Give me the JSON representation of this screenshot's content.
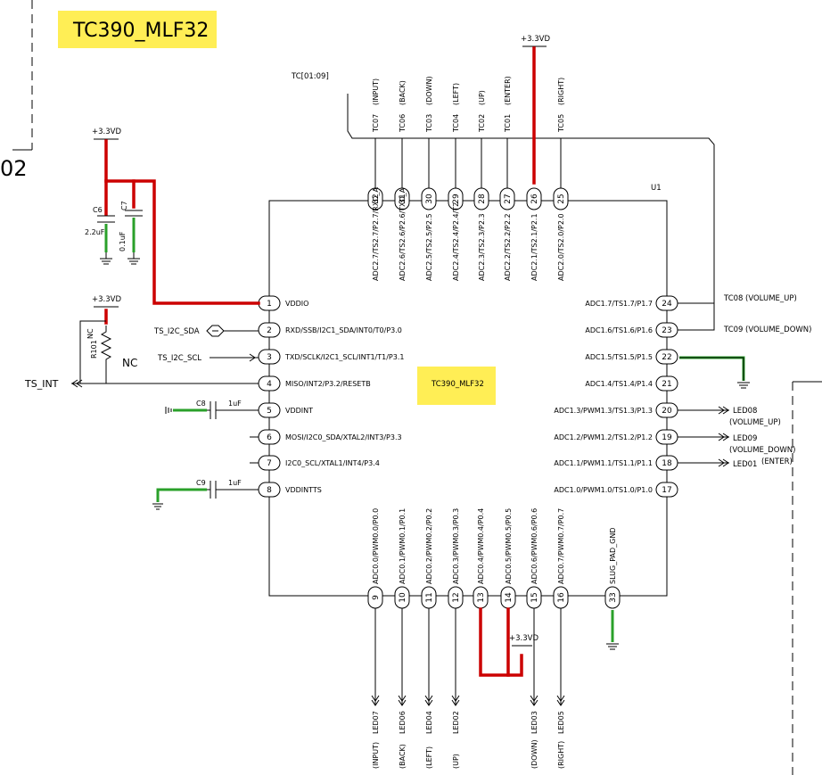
{
  "title": "TC390_MLF32",
  "sheet_marker": "02",
  "chip_label": "TC390_MLF32",
  "ref": "U1",
  "bus_label": "TC[01:09]",
  "vdd": "+3.3VD",
  "left_pins": [
    {
      "num": "1",
      "name": "VDDIO"
    },
    {
      "num": "2",
      "name": "RXD/SSB/I2C1_SDA/INT0/T0/P3.0"
    },
    {
      "num": "3",
      "name": "TXD/SCLK/I2C1_SCL/INT1/T1/P3.1"
    },
    {
      "num": "4",
      "name": "MISO/INT2/P3.2/RESETB"
    },
    {
      "num": "5",
      "name": "VDDINT"
    },
    {
      "num": "6",
      "name": "MOSI/I2C0_SDA/XTAL2/INT3/P3.3"
    },
    {
      "num": "7",
      "name": "I2C0_SCL/XTAL1/INT4/P3.4"
    },
    {
      "num": "8",
      "name": "VDDINTTS"
    }
  ],
  "right_pins": [
    {
      "num": "24",
      "name": "ADC1.7/TS1.7/P1.7"
    },
    {
      "num": "23",
      "name": "ADC1.6/TS1.6/P1.6"
    },
    {
      "num": "22",
      "name": "ADC1.5/TS1.5/P1.5"
    },
    {
      "num": "21",
      "name": "ADC1.4/TS1.4/P1.4"
    },
    {
      "num": "20",
      "name": "ADC1.3/PWM1.3/TS1.3/P1.3"
    },
    {
      "num": "19",
      "name": "ADC1.2/PWM1.2/TS1.2/P1.2"
    },
    {
      "num": "18",
      "name": "ADC1.1/PWM1.1/TS1.1/P1.1"
    },
    {
      "num": "17",
      "name": "ADC1.0/PWM1.0/TS1.0/P1.0"
    }
  ],
  "top_pins": [
    {
      "num": "32",
      "name": "ADC2.7/TS2.7/P2.7/RXD_A",
      "net": "TC07",
      "func": "(INPUT)"
    },
    {
      "num": "31",
      "name": "ADC2.6/TS2.6/P2.6/TXD_A",
      "net": "TC06",
      "func": "(BACK)"
    },
    {
      "num": "30",
      "name": "ADC2.5/TS2.5/P2.5",
      "net": "TC03",
      "func": "(DOWN)"
    },
    {
      "num": "29",
      "name": "ADC2.4/TS2.4/P2.4/T2",
      "net": "TC04",
      "func": "(LEFT)"
    },
    {
      "num": "28",
      "name": "ADC2.3/TS2.3/P2.3",
      "net": "TC02",
      "func": "(UP)"
    },
    {
      "num": "27",
      "name": "ADC2.2/TS2.2/P2.2",
      "net": "TC01",
      "func": "(ENTER)"
    },
    {
      "num": "26",
      "name": "ADC2.1/TS2.1/P2.1",
      "net": "",
      "func": ""
    },
    {
      "num": "25",
      "name": "ADC2.0/TS2.0/P2.0",
      "net": "TC05",
      "func": "(RIGHT)"
    }
  ],
  "bottom_pins": [
    {
      "num": "9",
      "name": "ADC0.0/PWM0.0/P0.0",
      "net": "LED07",
      "func": "(INPUT)"
    },
    {
      "num": "10",
      "name": "ADC0.1/PWM0.1/P0.1",
      "net": "LED06",
      "func": "(BACK)"
    },
    {
      "num": "11",
      "name": "ADC0.2/PWM0.2/P0.2",
      "net": "LED04",
      "func": "(LEFT)"
    },
    {
      "num": "12",
      "name": "ADC0.3/PWM0.3/P0.3",
      "net": "LED02",
      "func": "(UP)"
    },
    {
      "num": "13",
      "name": "ADC0.4/PWM0.4/P0.4",
      "net": "",
      "func": ""
    },
    {
      "num": "14",
      "name": "ADC0.5/PWM0.5/P0.5",
      "net": "",
      "func": ""
    },
    {
      "num": "15",
      "name": "ADC0.6/PWM0.6/P0.6",
      "net": "LED03",
      "func": "(DOWN)"
    },
    {
      "num": "16",
      "name": "ADC0.7/PWM0.7/P0.7",
      "net": "LED05",
      "func": "(RIGHT)"
    },
    {
      "num": "33",
      "name": "SLUG_PAD_GND",
      "net": "",
      "func": ""
    }
  ],
  "nets": {
    "ts_i2c_sda": "TS_I2C_SDA",
    "ts_i2c_scl": "TS_I2C_SCL",
    "ts_int": "TS_INT",
    "tc08": "TC08",
    "tc08_func": "(VOLUME_UP)",
    "tc09": "TC09",
    "tc09_func": "(VOLUME_DOWN)",
    "led08": "LED08",
    "led08_func": "(VOLUME_UP)",
    "led09": "LED09",
    "led09_func": "(VOLUME_DOWN)",
    "led01": "LED01",
    "led01_func": "(ENTER)"
  },
  "components": {
    "c6": "C6",
    "c6_val": "2.2uF",
    "c7": "C7",
    "c7_val": "0.1uF",
    "r101": "R101",
    "r101_nc": "NC",
    "nc": "NC",
    "c8": "C8",
    "c8_val": "1uF",
    "c9": "C9",
    "c9_val": "1uF"
  },
  "colors": {
    "red_trace": "#cc0000",
    "green_trace": "#2aa02a",
    "highlight": "#ffee55"
  }
}
